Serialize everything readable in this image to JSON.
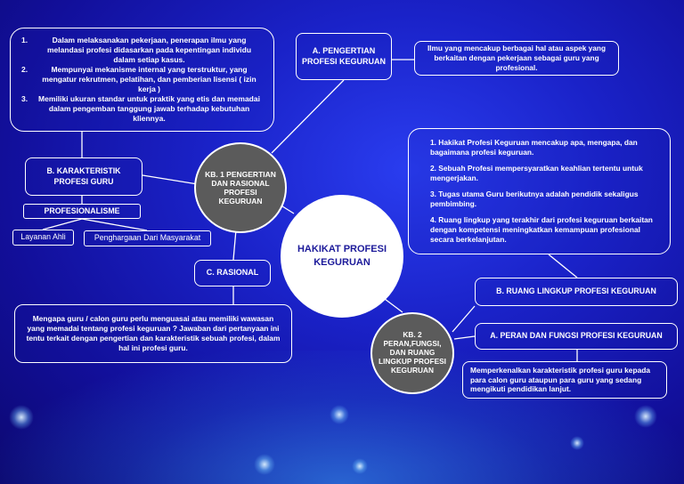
{
  "center": {
    "title": "HAKIKAT PROFESI KEGURUAN"
  },
  "kb1": {
    "label": "KB. 1 PENGERTIAN DAN RASIONAL PROFESI KEGURUAN"
  },
  "kb2": {
    "label": "KB. 2 PERAN,FUNGSI, DAN RUANG LINGKUP PROFESI KEGURUAN"
  },
  "pengertian": {
    "heading": "A. PENGERTIAN PROFESI KEGURUAN",
    "definition": "Ilmu yang mencakup berbagai hal atau aspek yang berkaitan dengan pekerjaan sebagai guru yang profesional."
  },
  "karakteristik": {
    "heading": "B. KARAKTERISTIK PROFESI GURU",
    "items": [
      {
        "num": "1.",
        "text": "Dalam melaksanakan pekerjaan, penerapan ilmu yang melandasi profesi didasarkan pada kepentingan individu dalam setiap kasus."
      },
      {
        "num": "2.",
        "text": "Mempunyai mekanisme internal yang terstruktur, yang mengatur rekrutmen, pelatihan, dan pemberian lisensi ( izin kerja )"
      },
      {
        "num": "3.",
        "text": "Memiliki ukuran standar untuk praktik yang etis dan memadai dalam pengemban tanggung jawab terhadap kebutuhan kliennya."
      }
    ],
    "profesionalisme": "PROFESIONALISME",
    "sub_items": [
      "Layanan Ahli",
      "Penghargaan Dari Masyarakat"
    ]
  },
  "rasional": {
    "heading": "C. RASIONAL",
    "text": "Mengapa guru / calon guru perlu menguasai atau memiliki wawasan yang memadai tentang profesi keguruan ? Jawaban dari pertanyaan ini tentu terkait dengan pengertian dan karakteristik sebuah profesi, dalam hal ini profesi guru."
  },
  "ruang_lingkup": {
    "heading": "B. RUANG LINGKUP PROFESI KEGURUAN",
    "points": [
      "1. Hakikat Profesi Keguruan mencakup apa, mengapa, dan bagaimana profesi keguruan.",
      "2. Sebuah Profesi mempersyaratkan keahlian tertentu untuk mengerjakan.",
      "3. Tugas utama Guru berikutnya adalah pendidik sekaligus pembimbing.",
      "4. Ruang lingkup yang terakhir dari profesi keguruan berkaitan dengan kompetensi meningkatkan kemampuan profesional secara berkelanjutan."
    ]
  },
  "peran": {
    "heading": "A. PERAN DAN FUNGSI PROFESI KEGURUAN",
    "text": "Memperkenalkan karakteristik profesi guru kepada para calon guru ataupun para guru yang sedang mengikuti pendidikan lanjut."
  },
  "colors": {
    "line": "#ffffff",
    "kb_fill": "#5b5b5b",
    "center_text": "#1c1a9a",
    "background": "#1a22c8"
  }
}
